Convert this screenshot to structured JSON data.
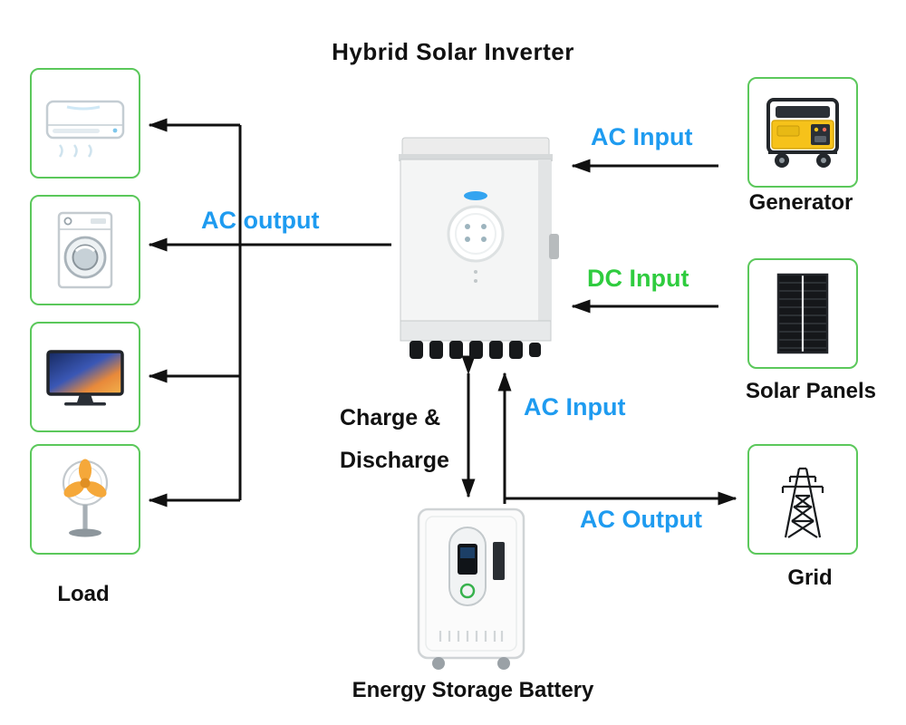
{
  "title": "Hybrid Solar Inverter",
  "colors": {
    "label_blue": "#1e9bf0",
    "label_green": "#2fcc3f",
    "arrow_black": "#111111",
    "box_border_green": "#5bc85b"
  },
  "load": {
    "label": "Load",
    "items": [
      {
        "icon": "air-conditioner-icon"
      },
      {
        "icon": "washing-machine-icon"
      },
      {
        "icon": "tv-icon"
      },
      {
        "icon": "standing-fan-icon"
      }
    ]
  },
  "sources": [
    {
      "icon": "generator-icon",
      "label": "Generator"
    },
    {
      "icon": "solar-panels-icon",
      "label": "Solar Panels"
    },
    {
      "icon": "grid-tower-icon",
      "label": "Grid"
    }
  ],
  "center": {
    "inverter_icon": "hybrid-inverter-icon",
    "battery_icon": "energy-storage-battery-icon",
    "battery_label": "Energy Storage Battery"
  },
  "flows": {
    "ac_output_load": "AC output",
    "ac_input_generator": "AC Input",
    "dc_input_solar": "DC Input",
    "charge_discharge_line1": "Charge &",
    "charge_discharge_line2": "Discharge",
    "ac_input_battery": "AC Input",
    "ac_output_grid": "AC Output"
  }
}
